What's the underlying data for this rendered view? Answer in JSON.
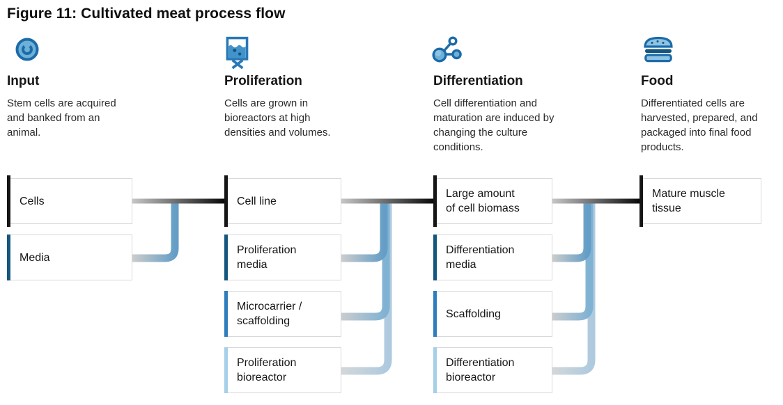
{
  "title": "Figure 11: Cultivated meat process flow",
  "stages": [
    {
      "id": "input",
      "icon": "cell-icon",
      "heading": "Input",
      "description": "Stem cells are acquired and banked from an animal.",
      "boxes": [
        {
          "label": "Cells",
          "accent": "black"
        },
        {
          "label": "Media",
          "accent": "dark-blue"
        }
      ]
    },
    {
      "id": "proliferation",
      "icon": "bioreactor-bag-icon",
      "heading": "Proliferation",
      "description": "Cells are grown in bioreactors at high densities and volumes.",
      "boxes": [
        {
          "label": "Cell line",
          "accent": "black"
        },
        {
          "label": "Proliferation media",
          "accent": "dark-blue"
        },
        {
          "label": "Microcarrier / scaffolding",
          "accent": "medium-blue"
        },
        {
          "label": "Proliferation bioreactor",
          "accent": "light-blue"
        }
      ]
    },
    {
      "id": "differentiation",
      "icon": "molecule-icon",
      "heading": "Differentiation",
      "description": "Cell differentiation and maturation are induced by changing the culture conditions.",
      "boxes": [
        {
          "label": "Large amount of cell biomass",
          "accent": "black"
        },
        {
          "label": "Differentiation media",
          "accent": "dark-blue"
        },
        {
          "label": "Scaffolding",
          "accent": "medium-blue"
        },
        {
          "label": "Differentiation bioreactor",
          "accent": "light-blue"
        }
      ]
    },
    {
      "id": "food",
      "icon": "burger-icon",
      "heading": "Food",
      "description": "Differentiated cells are harvested, prepared, and packaged into final food products.",
      "boxes": [
        {
          "label": "Mature muscle tissue",
          "accent": "black"
        }
      ]
    }
  ],
  "accent_colors": {
    "black": "#161616",
    "dark_blue": "#15567e",
    "medium_blue": "#2e7ebd",
    "light_blue": "#a6cfe8"
  },
  "connector_colors": {
    "main_line_start": "#c6c6c6",
    "main_line_end": "#0b0b0b",
    "feeder_gray": "#cccccc",
    "trunk_steel_blue": "#649ec6",
    "trunk_medium_blue": "#7fb2d3",
    "trunk_light_blue": "#aecadf"
  },
  "icon_colors": {
    "stroke_blue": "#1c6ba8",
    "fill_blue": "#6db1d8",
    "fluid_blue": "#4293cb",
    "dark_navy": "#14567e"
  }
}
